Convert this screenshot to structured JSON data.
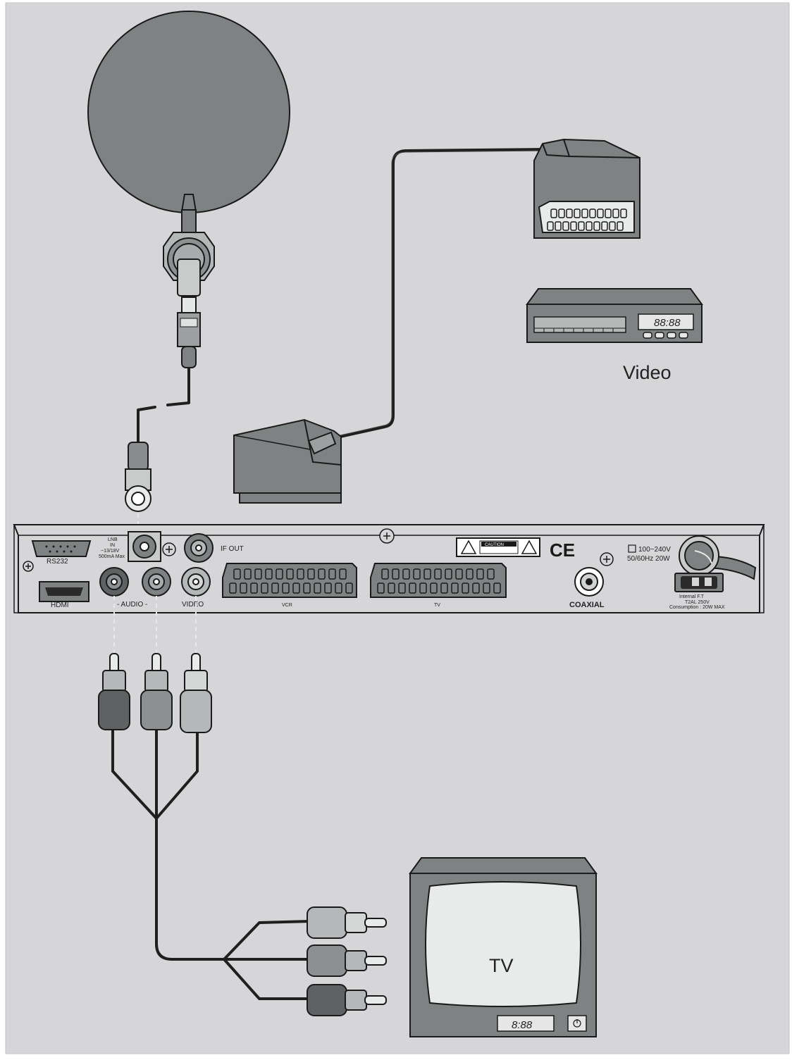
{
  "labels": {
    "video_device": "Video",
    "tv": "TV",
    "tv_display": "8:88",
    "vcr_display": "88:88"
  },
  "panel": {
    "rs232": "RS232",
    "hdmi": "HDMI",
    "lnb": "LNB",
    "lnb_in": "IN",
    "lnb_volt": "~13/18V",
    "lnb_ma": "500mA Max",
    "if_out": "IF OUT",
    "audio": "- AUDIO -",
    "video": "VIDEO",
    "vcr": "VCR",
    "tv": "TV",
    "caution": "CAUTION",
    "ce": "CE",
    "coaxial": "COAXIAL",
    "power_v": "100~240V",
    "power_hz": "50/60Hz 20W",
    "fuse": "Internal F.T",
    "fuse2": "T2AL 250V",
    "consumption": "Consumption : 20W MAX"
  },
  "colors": {
    "background": "#d6d5d7",
    "dark_device": "#7f8283",
    "cable": "#1f1f1f",
    "outline": "#1a1a1a"
  }
}
